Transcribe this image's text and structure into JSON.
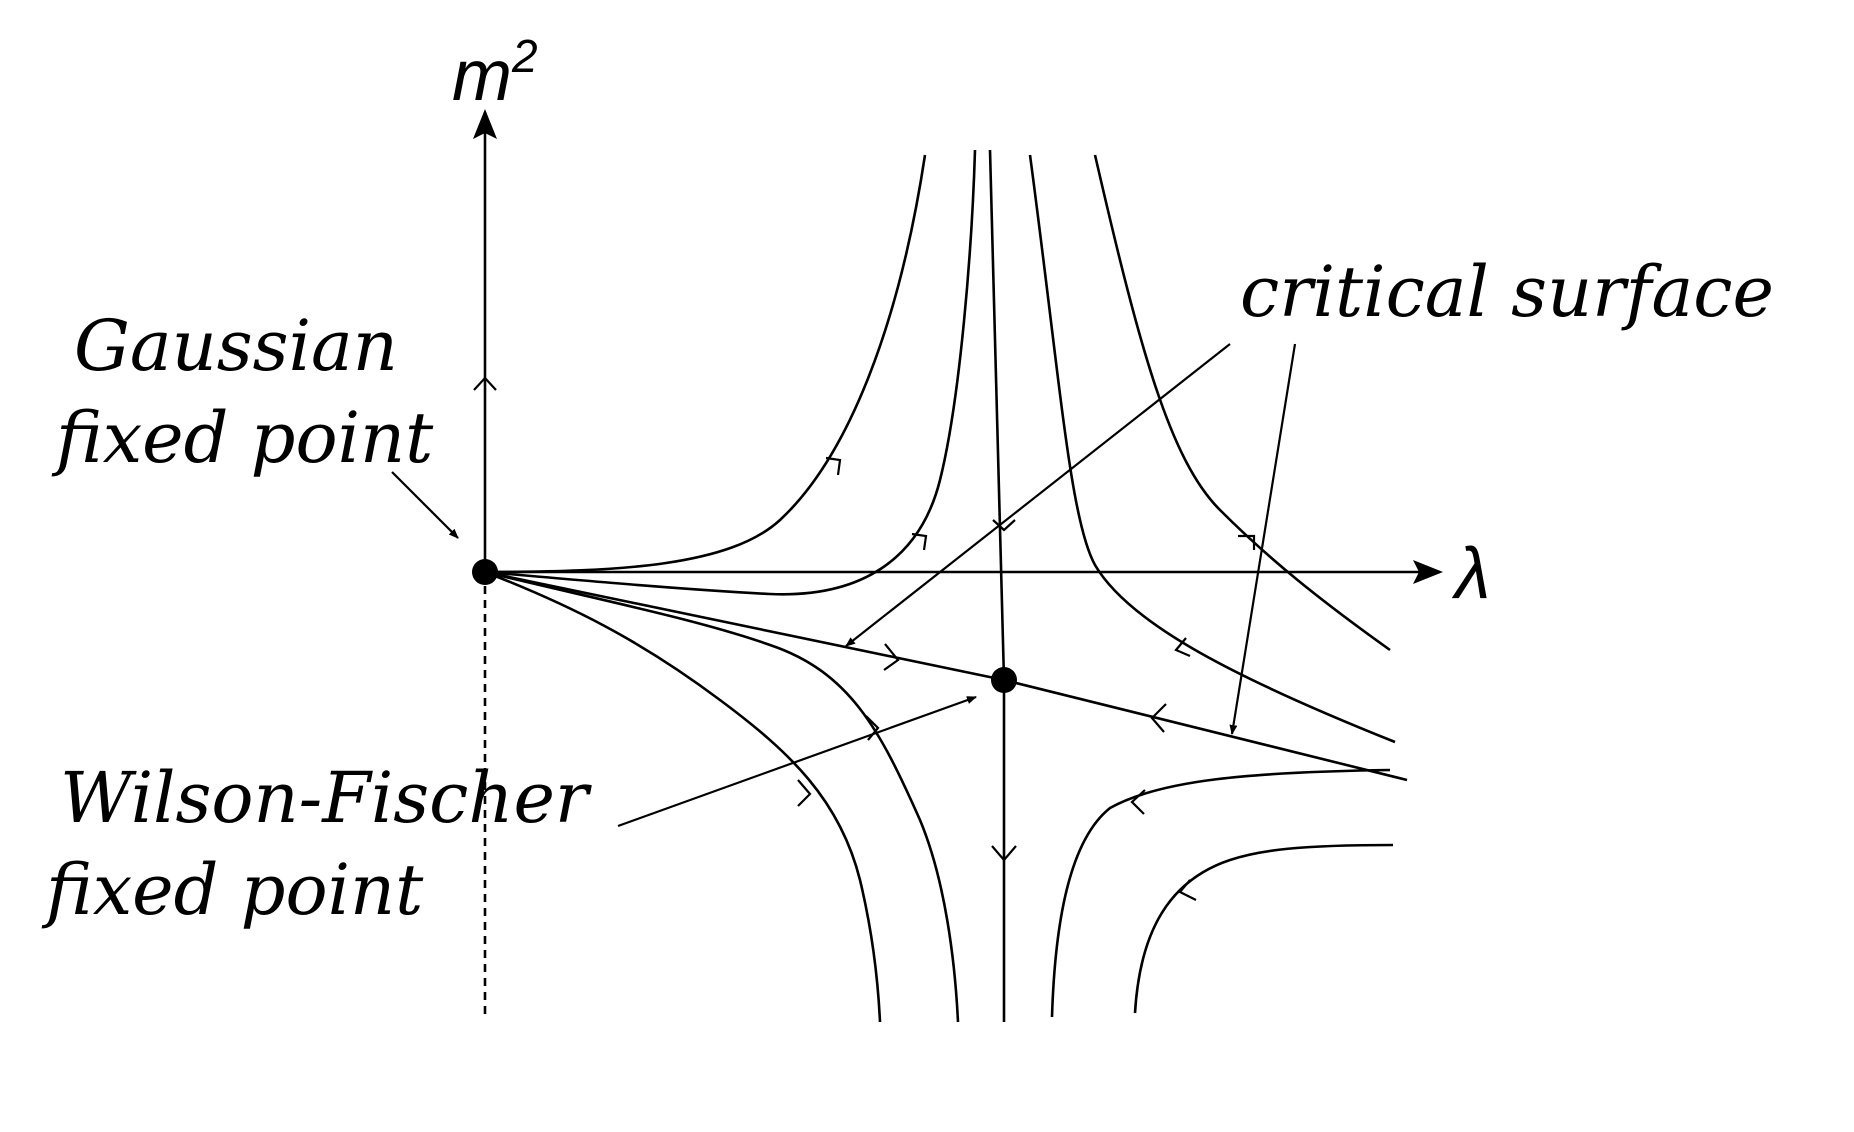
{
  "axes": {
    "vertical_label_base": "m",
    "vertical_label_exp": "2",
    "horizontal_label": "λ"
  },
  "labels": {
    "gaussian_line1": "Gaussian",
    "gaussian_line2": "fixed point",
    "wilson_line1": "Wilson-Fischer",
    "wilson_line2": "fixed point",
    "critical_surface": "critical surface"
  },
  "colors": {
    "ink": "#000000",
    "background": "#ffffff"
  }
}
